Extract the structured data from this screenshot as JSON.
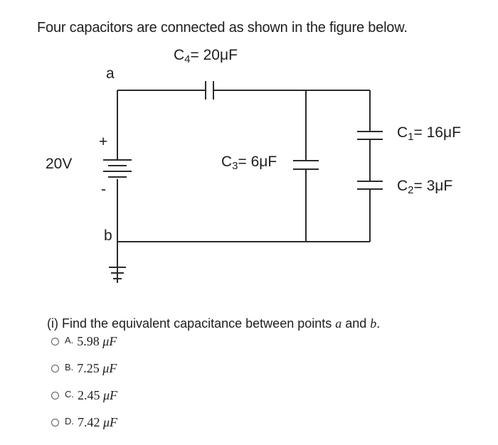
{
  "question": "Four capacitors are connected as shown in the figure below.",
  "circuit": {
    "point_a": "a",
    "point_b": "b",
    "battery_voltage": "20V",
    "plus_sign": "+",
    "minus_sign": "-",
    "c4": {
      "name": "C",
      "sub": "4",
      "value": "= 20μF"
    },
    "c3": {
      "name": "C",
      "sub": "3",
      "value": "= 6μF"
    },
    "c1": {
      "name": "C",
      "sub": "1",
      "value": "= 16μF"
    },
    "c2": {
      "name": "C",
      "sub": "2",
      "value": "= 3μF"
    }
  },
  "sub_question": {
    "prefix": "(i) Find the equivalent capacitance between points ",
    "a": "a",
    "and": " and ",
    "b": "b",
    "suffix": "."
  },
  "options": [
    {
      "letter": "A.",
      "value": "5.98",
      "unit": "μF"
    },
    {
      "letter": "B.",
      "value": "7.25",
      "unit": "μF"
    },
    {
      "letter": "C.",
      "value": "2.45",
      "unit": "μF"
    },
    {
      "letter": "D.",
      "value": "7.42",
      "unit": "μF"
    }
  ]
}
